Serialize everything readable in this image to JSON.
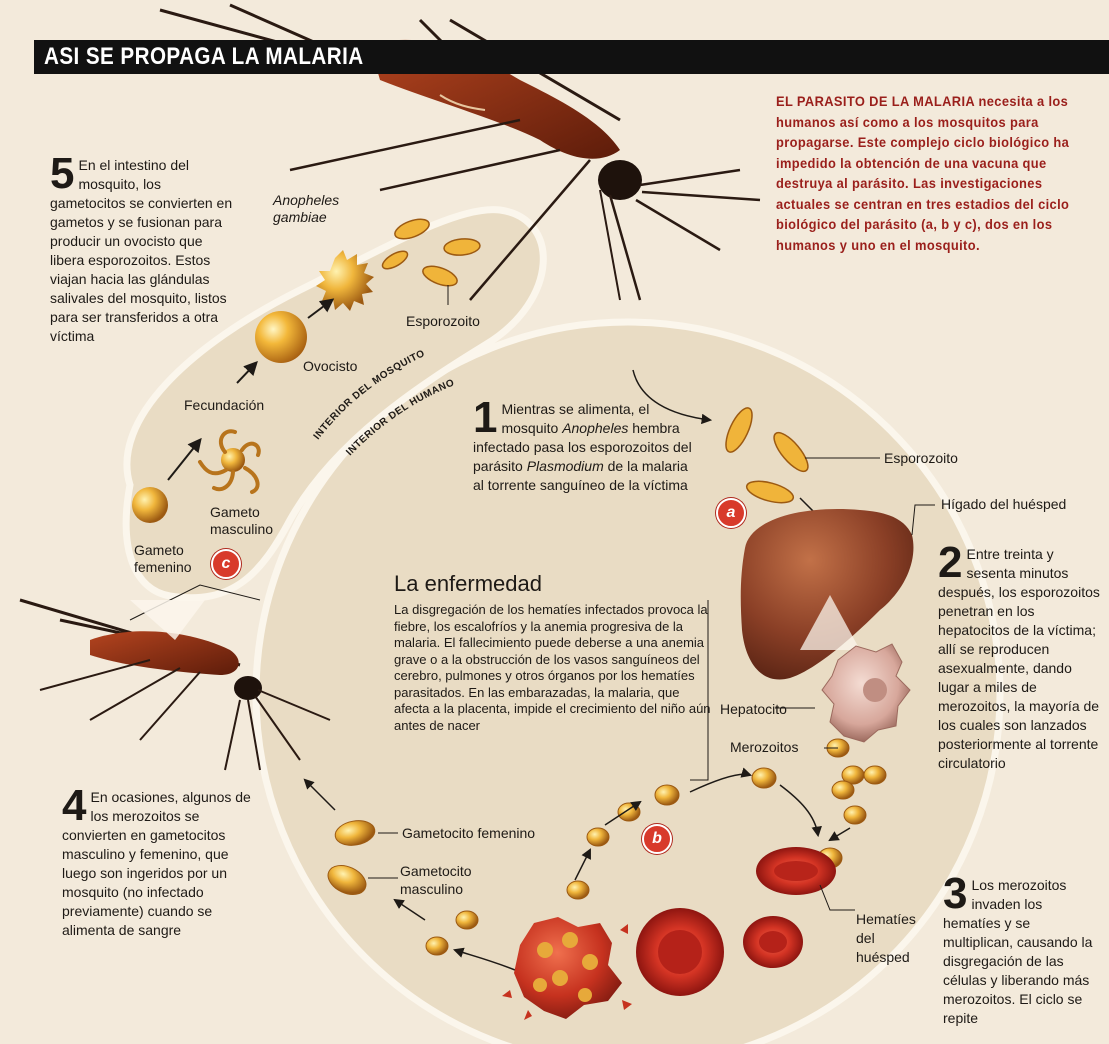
{
  "title": "ASI SE PROPAGA LA MALARIA",
  "intro": "EL PARASITO DE LA MALARIA necesita a los humanos así como a los mosquitos para propagarse. Este complejo ciclo biológico ha impedido la obtención de una vacuna que destruya al parásito. Las investigaciones actuales se centran en tres estadios del ciclo biológico del parásito (a, b y c), dos en los humanos y uno en el mosquito.",
  "steps": {
    "s1": {
      "number": "1",
      "text_a": "Mientras se alimenta, el mosquito ",
      "italic_a": "Anopheles",
      "text_b": " hembra infectado pasa los esporozoitos del parásito ",
      "italic_b": "Plasmodium",
      "text_c": " de la malaria al torrente sanguíneo de la víctima"
    },
    "s2": {
      "number": "2",
      "text": "Entre treinta y sesenta minutos después, los esporozoitos penetran en los hepatocitos de la víctima; allí se reproducen asexualmente, dando lugar a miles de merozoitos, la mayoría de los cuales son lanzados posteriormente al torrente circulatorio"
    },
    "s3": {
      "number": "3",
      "text": "Los merozoitos invaden los hematíes y se multiplican, causando la disgregación de las células y liberando más merozoitos. El ciclo se repite"
    },
    "s4": {
      "number": "4",
      "text": "En ocasiones, algunos de los merozoitos se convierten en gametocitos masculino y femenino, que luego son ingeridos por un mosquito (no infectado previamente) cuando se alimenta de sangre"
    },
    "s5": {
      "number": "5",
      "text": "En el intestino del mosquito, los gametocitos se convierten en gametos y se fusionan para producir un ovocisto que libera esporozoitos. Estos viajan hacia las glándulas salivales del mosquito, listos para ser transferidos a otra víctima"
    }
  },
  "enfermedad": {
    "title": "La enfermedad",
    "text": "La disgregación de los hematíes infectados provoca la fiebre, los escalofríos y la anemia progresiva de la malaria. El fallecimiento puede deberse a una anemia grave o a la obstrucción de los vasos sanguíneos del cerebro, pulmones y otros órganos por los hematíes parasitados. En las embarazadas, la malaria, que afecta a la placenta, impide el crecimiento del niño aún antes de nacer"
  },
  "labels": {
    "anopheles_line1": "Anopheles",
    "anopheles_line2": "gambiae",
    "esporozoito_mosquito": "Esporozoito",
    "ovocisto": "Ovocisto",
    "fecundacion": "Fecundación",
    "gameto_masculino_line1": "Gameto",
    "gameto_masculino_line2": "masculino",
    "gameto_femenino_line1": "Gameto",
    "gameto_femenino_line2": "femenino",
    "interior_mosquito": "INTERIOR DEL MOSQUITO",
    "interior_humano": "INTERIOR DEL HUMANO",
    "esporozoito_humano": "Esporozoito",
    "higado": "Hígado del huésped",
    "hepatocito": "Hepatocito",
    "merozoitos": "Merozoitos",
    "gametocito_femenino": "Gametocito femenino",
    "gametocito_masculino_line1": "Gametocito",
    "gametocito_masculino_line2": "masculino",
    "hematies_line1": "Hematíes",
    "hematies_line2": "del",
    "hematies_line3": "huésped"
  },
  "badges": {
    "a": "a",
    "b": "b",
    "c": "c"
  },
  "colors": {
    "background": "#f3eadb",
    "title_bar": "#111111",
    "intro_text": "#9a1f1b",
    "badge": "#d83a2b",
    "liver": "#8a3f26",
    "blood_cell": "#c8281e",
    "parasite": "#e3a73a"
  },
  "icons": [
    "mosquito-illustration",
    "liver-illustration",
    "red-blood-cell",
    "sporozoite",
    "merozoite",
    "oocyst",
    "gametocyte",
    "hepatocyte"
  ]
}
